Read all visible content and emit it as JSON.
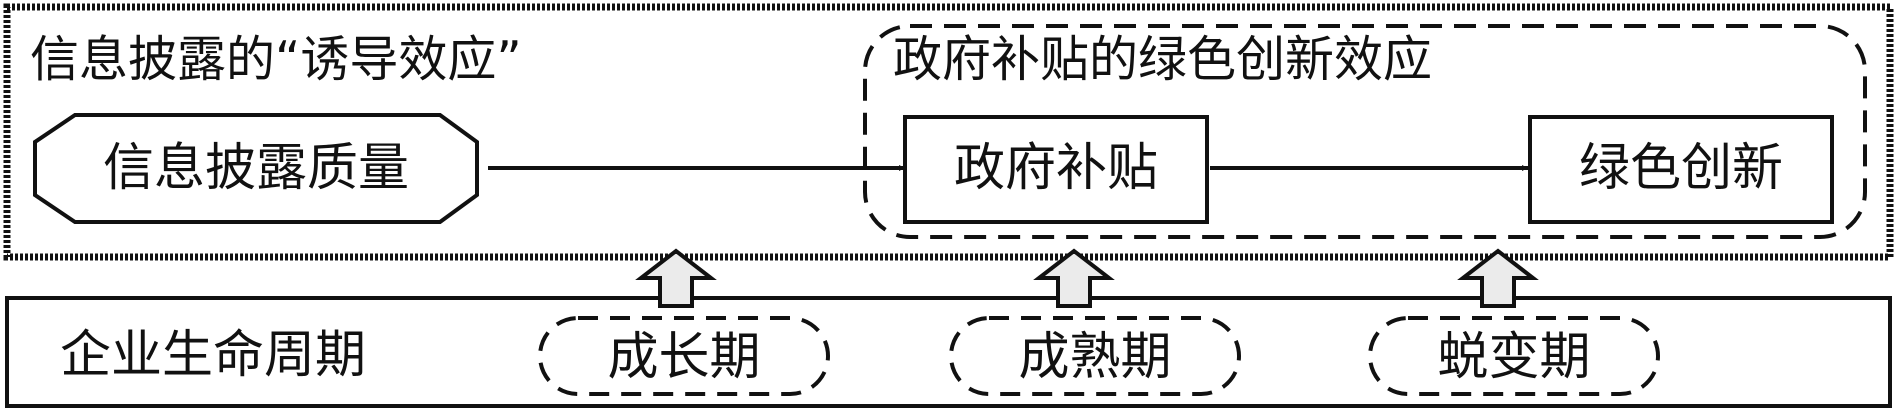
{
  "colors": {
    "stroke": "#111111",
    "up_arrow_fill": "#ebebeb",
    "background": "#ffffff"
  },
  "outer_box": {
    "title": "信息披露的“诱导效应”"
  },
  "inner_box": {
    "title": "政府补贴的绿色创新效应"
  },
  "nodes": {
    "disclosure_quality": "信息披露质量",
    "gov_subsidy": "政府补贴",
    "green_innovation": "绿色创新"
  },
  "lifecycle": {
    "label": "企业生命周期",
    "stages": [
      "成长期",
      "成熟期",
      "蜕变期"
    ]
  }
}
